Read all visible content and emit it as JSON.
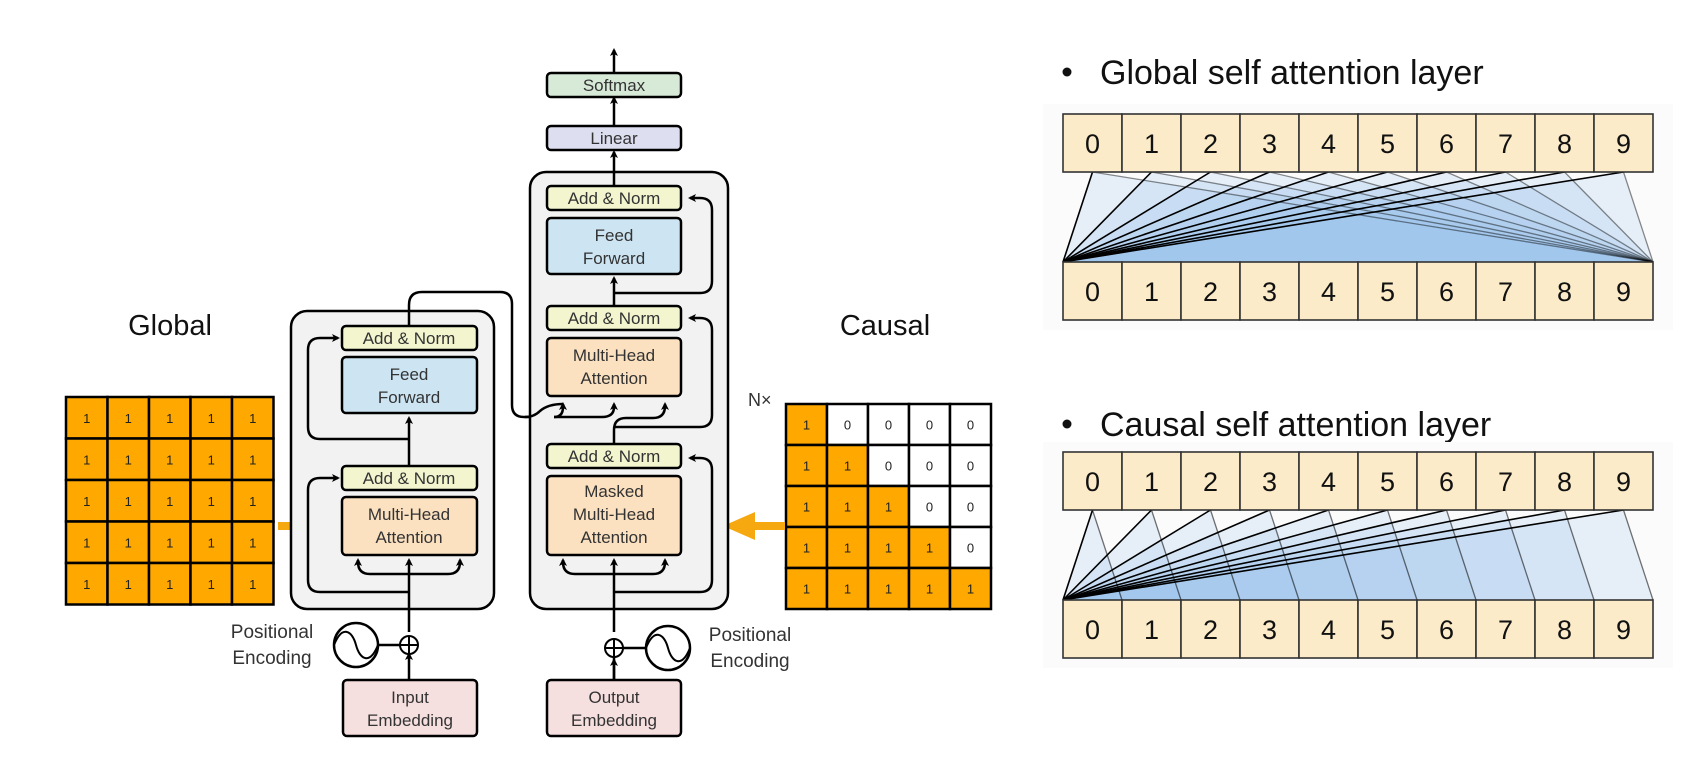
{
  "labels": {
    "global": "Global",
    "causal": "Causal",
    "nx": "N×",
    "pos_enc_line1": "Positional",
    "pos_enc_line2": "Encoding"
  },
  "encoder": {
    "add_norm_top": "Add & Norm",
    "feed_forward": [
      "Feed",
      "Forward"
    ],
    "add_norm_bottom": "Add & Norm",
    "mha": [
      "Multi-Head",
      "Attention"
    ],
    "input_embedding": [
      "Input",
      "Embedding"
    ]
  },
  "decoder": {
    "softmax": "Softmax",
    "linear": "Linear",
    "add_norm_1": "Add & Norm",
    "feed_forward": [
      "Feed",
      "Forward"
    ],
    "add_norm_2": "Add & Norm",
    "mha": [
      "Multi-Head",
      "Attention"
    ],
    "add_norm_3": "Add & Norm",
    "masked_mha": [
      "Masked",
      "Multi-Head",
      "Attention"
    ],
    "output_embedding": [
      "Output",
      "Embedding"
    ]
  },
  "global_mask": [
    [
      1,
      1,
      1,
      1,
      1
    ],
    [
      1,
      1,
      1,
      1,
      1
    ],
    [
      1,
      1,
      1,
      1,
      1
    ],
    [
      1,
      1,
      1,
      1,
      1
    ],
    [
      1,
      1,
      1,
      1,
      1
    ]
  ],
  "causal_mask": [
    [
      1,
      0,
      0,
      0,
      0
    ],
    [
      1,
      1,
      0,
      0,
      0
    ],
    [
      1,
      1,
      1,
      0,
      0
    ],
    [
      1,
      1,
      1,
      1,
      0
    ],
    [
      1,
      1,
      1,
      1,
      1
    ]
  ],
  "global_attention": {
    "title": "Global self attention layer",
    "tokens": [
      "0",
      "1",
      "2",
      "3",
      "4",
      "5",
      "6",
      "7",
      "8",
      "9"
    ],
    "type": "global"
  },
  "causal_attention": {
    "title": "Causal self attention layer",
    "tokens": [
      "0",
      "1",
      "2",
      "3",
      "4",
      "5",
      "6",
      "7",
      "8",
      "9"
    ],
    "type": "causal"
  },
  "colors": {
    "mask_on": "#FFA800",
    "mask_off": "#FFFFFF",
    "token_fill": "#FBEBC8",
    "add_norm": "#F3F5CF",
    "feed_forward": "#CDE5F3",
    "attention": "#FBE1C0",
    "embedding": "#F6DFDF",
    "softmax": "#D7EAD8",
    "linear": "#DDDFF0",
    "block_bg": "#F2F2F2",
    "arrow_orange": "#F6A811",
    "attn_fill": "#9CC4EE"
  }
}
